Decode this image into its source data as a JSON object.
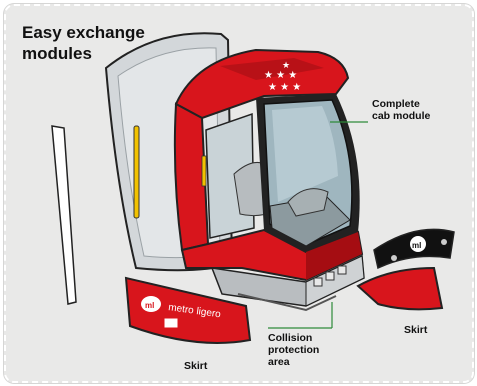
{
  "title": {
    "line1": "Easy exchange",
    "line2": "modules"
  },
  "callouts": {
    "cab": {
      "line1": "Complete",
      "line2": "cab module"
    },
    "collision": {
      "line1": "Collision",
      "line2": "protection",
      "line3": "area"
    },
    "skirt_left": "Skirt",
    "skirt_right": "Skirt"
  },
  "branding": {
    "skirt_text": "metro ligero",
    "emblem_text": "ml"
  },
  "colors": {
    "background": "#e9e9e8",
    "tram_red": "#d8151c",
    "dark_red": "#a50d12",
    "leader_line": "#2e8b3a",
    "panel_grey": "#d2d6d8",
    "glass": "#9fb6bf"
  }
}
